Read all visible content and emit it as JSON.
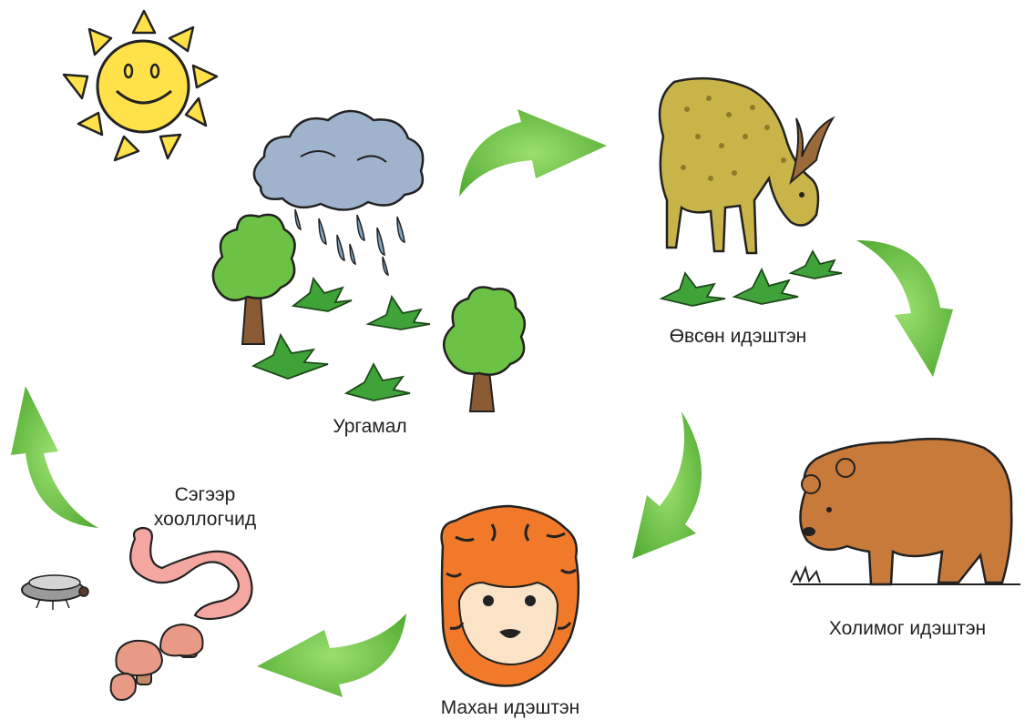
{
  "labels": {
    "plants": "Ургамал",
    "herbivore": "Өвсөн идэштэн",
    "omnivore": "Холимог идэштэн",
    "carnivore": "Махан идэштэн",
    "decomposer_line1": "Сэгээр",
    "decomposer_line2": "хооллогчид"
  },
  "colors": {
    "arrow": "#6cc24a",
    "sun": "#ffe14a",
    "cloud": "#9fb4cc",
    "tree": "#6cc244",
    "grass": "#3fa33a",
    "deer": "#c9b44a",
    "bear": "#c87a3a",
    "tiger": "#f07a2a",
    "worm": "#f4a6a0",
    "mushroom": "#e89a86"
  },
  "icons": [
    "sun-icon",
    "cloud-icon",
    "rain-icon",
    "tree-icon",
    "grass-icon",
    "deer-icon",
    "bear-icon",
    "tiger-icon",
    "worm-icon",
    "mushroom-icon",
    "fly-icon",
    "cycle-arrow-icon"
  ]
}
